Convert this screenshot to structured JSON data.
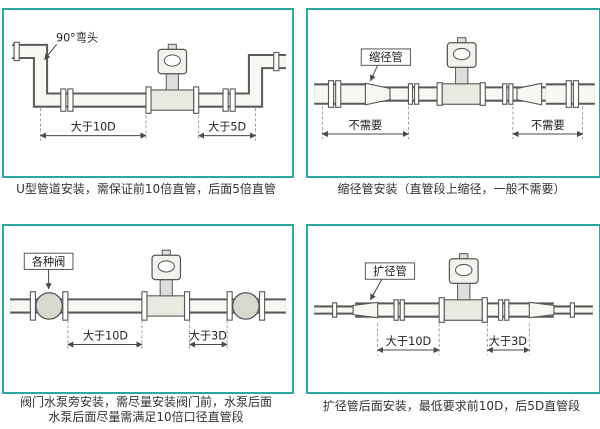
{
  "colors": {
    "panel_border": "#2ba9a1",
    "line": "#5a5a5a",
    "caption_text": "#333333"
  },
  "panels": [
    {
      "id": "u-type",
      "caption": "U型管道安装，需保证前10倍直管，后面5倍直管",
      "labels": {
        "callout": "90°弯头",
        "dim_left": "大于10D",
        "dim_right": "大于5D"
      }
    },
    {
      "id": "reducer",
      "caption": "缩径管安装（直管段上缩径，一般不需要）",
      "labels": {
        "callout": "缩径管",
        "dim_left": "不需要",
        "dim_right": "不需要"
      }
    },
    {
      "id": "valve-pump",
      "caption_line1": "阀门水泵旁安装，需尽量安装阀门前，水泵后面",
      "caption_line2": "水泵后面尽量需满足10倍口径直管段",
      "labels": {
        "callout": "各种阀",
        "dim_left": "大于10D",
        "dim_right": "大于3D"
      }
    },
    {
      "id": "expander",
      "caption": "扩径管后面安装，最低要求前10D，后5D直管段",
      "labels": {
        "callout": "扩径管",
        "dim_left": "大于10D",
        "dim_right": "大于3D"
      }
    }
  ]
}
